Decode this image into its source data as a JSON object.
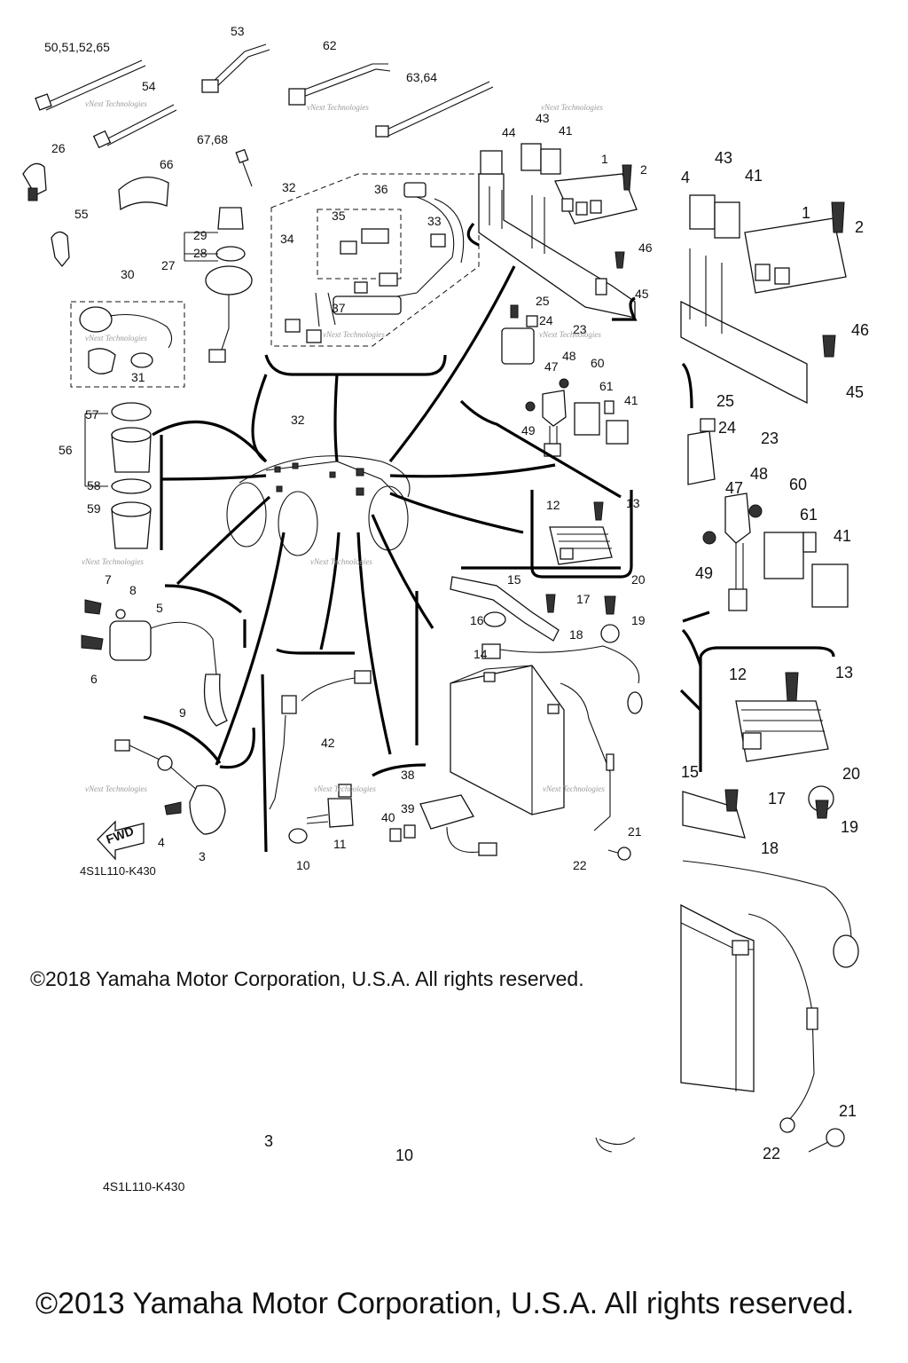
{
  "diagram": {
    "callouts_main": [
      {
        "id": "c-50",
        "text": "50,51,52,65"
      },
      {
        "id": "c-53",
        "text": "53"
      },
      {
        "id": "c-62",
        "text": "62"
      },
      {
        "id": "c-6364",
        "text": "63,64"
      },
      {
        "id": "c-54",
        "text": "54"
      },
      {
        "id": "c-26",
        "text": "26"
      },
      {
        "id": "c-6768",
        "text": "67,68"
      },
      {
        "id": "c-66",
        "text": "66"
      },
      {
        "id": "c-55",
        "text": "55"
      },
      {
        "id": "c-32a",
        "text": "32"
      },
      {
        "id": "c-36",
        "text": "36"
      },
      {
        "id": "c-35",
        "text": "35"
      },
      {
        "id": "c-34",
        "text": "34"
      },
      {
        "id": "c-33",
        "text": "33"
      },
      {
        "id": "c-37",
        "text": "37"
      },
      {
        "id": "c-29",
        "text": "29"
      },
      {
        "id": "c-28",
        "text": "28"
      },
      {
        "id": "c-27",
        "text": "27"
      },
      {
        "id": "c-30",
        "text": "30"
      },
      {
        "id": "c-31",
        "text": "31"
      },
      {
        "id": "c-44",
        "text": "44"
      },
      {
        "id": "c-43",
        "text": "43"
      },
      {
        "id": "c-41a",
        "text": "41"
      },
      {
        "id": "c-1",
        "text": "1"
      },
      {
        "id": "c-2",
        "text": "2"
      },
      {
        "id": "c-46",
        "text": "46"
      },
      {
        "id": "c-45",
        "text": "45"
      },
      {
        "id": "c-25",
        "text": "25"
      },
      {
        "id": "c-24",
        "text": "24"
      },
      {
        "id": "c-23",
        "text": "23"
      },
      {
        "id": "c-48",
        "text": "48"
      },
      {
        "id": "c-47",
        "text": "47"
      },
      {
        "id": "c-60",
        "text": "60"
      },
      {
        "id": "c-61",
        "text": "61"
      },
      {
        "id": "c-41b",
        "text": "41"
      },
      {
        "id": "c-49",
        "text": "49"
      },
      {
        "id": "c-57",
        "text": "57"
      },
      {
        "id": "c-56",
        "text": "56"
      },
      {
        "id": "c-58",
        "text": "58"
      },
      {
        "id": "c-59",
        "text": "59"
      },
      {
        "id": "c-32b",
        "text": "32"
      },
      {
        "id": "c-12",
        "text": "12"
      },
      {
        "id": "c-13",
        "text": "13"
      },
      {
        "id": "c-15",
        "text": "15"
      },
      {
        "id": "c-17",
        "text": "17"
      },
      {
        "id": "c-20",
        "text": "20"
      },
      {
        "id": "c-16",
        "text": "16"
      },
      {
        "id": "c-19",
        "text": "19"
      },
      {
        "id": "c-18",
        "text": "18"
      },
      {
        "id": "c-14",
        "text": "14"
      },
      {
        "id": "c-7",
        "text": "7"
      },
      {
        "id": "c-8",
        "text": "8"
      },
      {
        "id": "c-5",
        "text": "5"
      },
      {
        "id": "c-6",
        "text": "6"
      },
      {
        "id": "c-9",
        "text": "9"
      },
      {
        "id": "c-42",
        "text": "42"
      },
      {
        "id": "c-38",
        "text": "38"
      },
      {
        "id": "c-39",
        "text": "39"
      },
      {
        "id": "c-40",
        "text": "40"
      },
      {
        "id": "c-11",
        "text": "11"
      },
      {
        "id": "c-10",
        "text": "10"
      },
      {
        "id": "c-21",
        "text": "21"
      },
      {
        "id": "c-22",
        "text": "22"
      },
      {
        "id": "c-4",
        "text": "4"
      },
      {
        "id": "c-3",
        "text": "3"
      }
    ],
    "callouts_zoom": [
      {
        "id": "z-4",
        "text": "4"
      },
      {
        "id": "z-43",
        "text": "43"
      },
      {
        "id": "z-41a",
        "text": "41"
      },
      {
        "id": "z-1",
        "text": "1"
      },
      {
        "id": "z-2",
        "text": "2"
      },
      {
        "id": "z-46",
        "text": "46"
      },
      {
        "id": "z-45",
        "text": "45"
      },
      {
        "id": "z-25",
        "text": "25"
      },
      {
        "id": "z-24",
        "text": "24"
      },
      {
        "id": "z-23",
        "text": "23"
      },
      {
        "id": "z-48",
        "text": "48"
      },
      {
        "id": "z-47",
        "text": "47"
      },
      {
        "id": "z-60",
        "text": "60"
      },
      {
        "id": "z-61",
        "text": "61"
      },
      {
        "id": "z-41b",
        "text": "41"
      },
      {
        "id": "z-49",
        "text": "49"
      },
      {
        "id": "z-12",
        "text": "12"
      },
      {
        "id": "z-13",
        "text": "13"
      },
      {
        "id": "z-15",
        "text": "15"
      },
      {
        "id": "z-17",
        "text": "17"
      },
      {
        "id": "z-20",
        "text": "20"
      },
      {
        "id": "z-19",
        "text": "19"
      },
      {
        "id": "z-18",
        "text": "18"
      },
      {
        "id": "z-21",
        "text": "21"
      },
      {
        "id": "z-22",
        "text": "22"
      },
      {
        "id": "z-3",
        "text": "3"
      },
      {
        "id": "z-10",
        "text": "10"
      }
    ],
    "fwd_label": "FWD",
    "drawing_code": "4S1L110-K430",
    "drawing_code_repeat": "4S1L110-K430",
    "watermark_text": "vNext Technologies",
    "copyright_inner": "©2018 Yamaha Motor Corporation, U.S.A. All rights reserved.",
    "copyright_outer": "©2013 Yamaha Motor Corporation, U.S.A. All rights reserved."
  }
}
